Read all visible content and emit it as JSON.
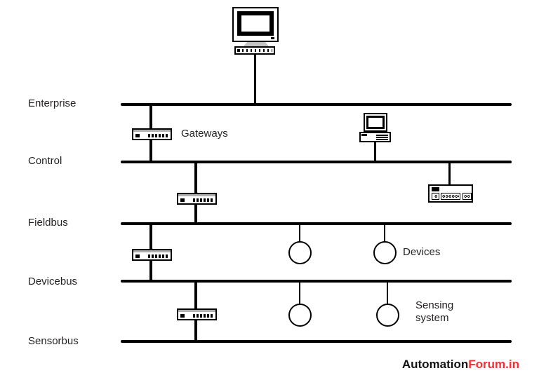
{
  "diagram": {
    "levels": [
      {
        "label": "Enterprise"
      },
      {
        "label": "Control"
      },
      {
        "label": "Fieldbus"
      },
      {
        "label": "Devicebus"
      },
      {
        "label": "Sensorbus"
      }
    ],
    "annotations": {
      "gateways": "Gateways",
      "devices": "Devices",
      "sensing_line1": "Sensing",
      "sensing_line2": "system"
    },
    "icons": {
      "top_node": "desktop-computer-icon",
      "control_node": "workstation-icon",
      "controller_node": "controller-icon",
      "bridge_nodes": "gateway-icon",
      "field_nodes": "device-circle-icon",
      "sensor_nodes": "sensor-circle-icon"
    },
    "colors": {
      "line": "#000000",
      "text": "#231f20",
      "background": "#ffffff"
    }
  },
  "branding": {
    "name_primary": "Automation",
    "name_accent": "Forum.in",
    "accent_color": "#f92d32"
  }
}
